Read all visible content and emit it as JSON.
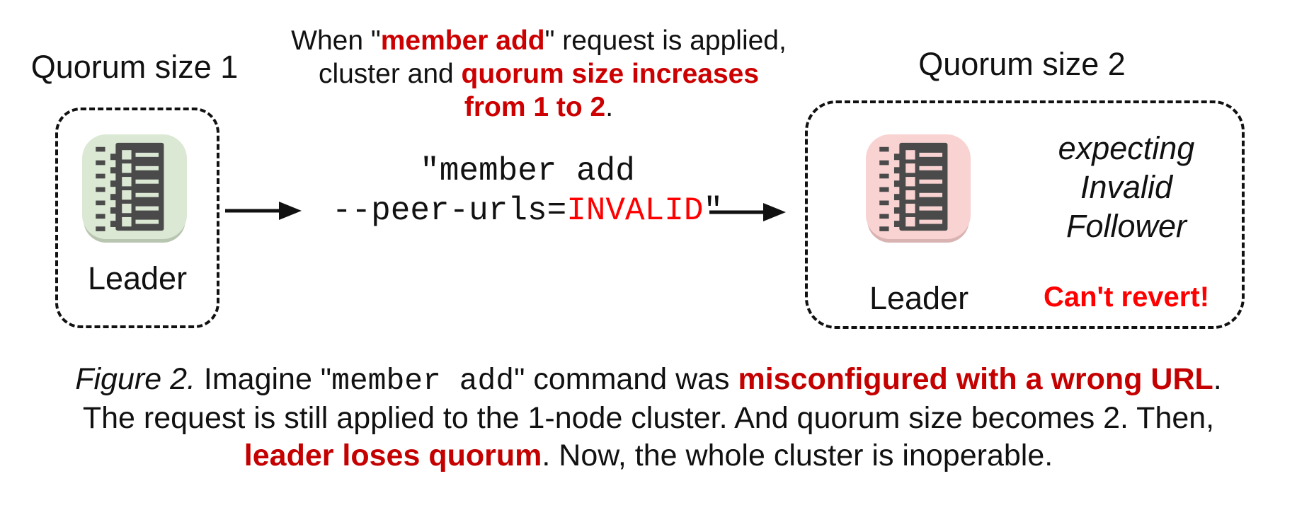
{
  "left_cluster": {
    "title": "Quorum size 1",
    "node_label": "Leader",
    "fill_color": "#dbe8d4"
  },
  "right_cluster": {
    "title": "Quorum size 2",
    "node_label": "Leader",
    "fill_color": "#f8d3d2",
    "expecting": {
      "line1": "expecting",
      "line2": "Invalid",
      "line3": "Follower"
    },
    "warning": "Can't revert!"
  },
  "annotation": {
    "line1": {
      "seg_a": "When \"",
      "red": "member add",
      "seg_b": "\" request is applied,"
    },
    "line2": {
      "seg_a": "cluster and ",
      "red": "quorum size increases"
    },
    "line3": {
      "red": "from 1 to 2",
      "seg_a": "."
    }
  },
  "command": {
    "line1": "\"member add",
    "line2": {
      "seg_a": "--peer-urls=",
      "red": "INVALID",
      "seg_b": "\""
    }
  },
  "caption": {
    "line1": {
      "figure_label": "Figure 2.",
      "seg_a": " Imagine \"",
      "code": "member add",
      "seg_b": "\" command was ",
      "red": "misconfigured with a wrong URL",
      "seg_c": "."
    },
    "line2": {
      "text": "The request is still applied to the 1-node cluster. And quorum size becomes 2. Then,"
    },
    "line3": {
      "red": "leader loses quorum",
      "seg_a": ". Now, the whole cluster is inoperable."
    }
  },
  "colors": {
    "red_dark": "#cc0000",
    "red_bright": "#ff0000",
    "caption_red": "#c40000",
    "green_fill": "#dbe8d4",
    "green_shadow": "#b8c5b0",
    "pink_fill": "#f8d3d2",
    "pink_shadow": "#d9b3b2",
    "glyph_dark": "#4a4a4a",
    "text": "#111111"
  }
}
